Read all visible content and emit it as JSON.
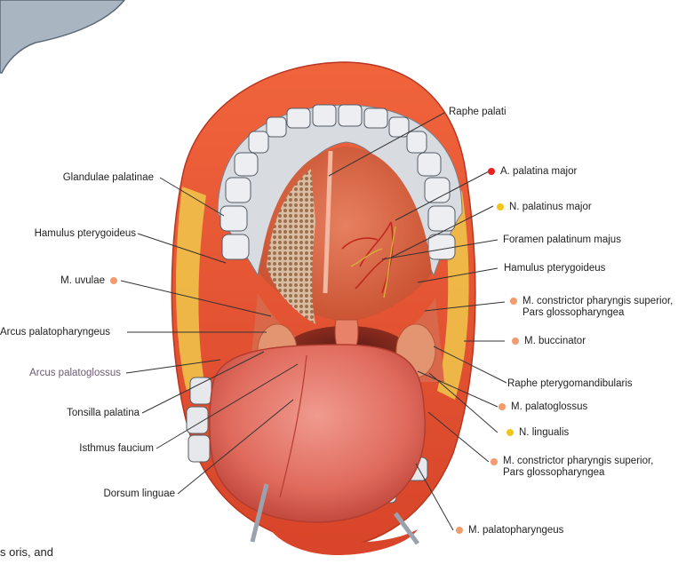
{
  "colors": {
    "red": "#e8231f",
    "yellow": "#f2c518",
    "orange": "#f39b6d"
  },
  "labels": {
    "raphe_palati": "Raphe palati",
    "a_palatina_major": "A. palatina major",
    "n_palatinus_major": "N. palatinus major",
    "foramen_palatinum_majus": "Foramen palatinum majus",
    "hamulus_pterygoideus_right": "Hamulus pterygoideus",
    "m_constrictor_1_line1": "M. constrictor pharyngis superior,",
    "m_constrictor_1_line2": "Pars glossopharyngea",
    "m_buccinator": "M. buccinator",
    "raphe_pterygomandibularis": "Raphe pterygomandibularis",
    "m_palatoglossus": "M. palatoglossus",
    "n_lingualis": "N. lingualis",
    "m_constrictor_2_line1": "M. constrictor pharyngis superior,",
    "m_constrictor_2_line2": "Pars glossopharyngea",
    "m_palatopharyngeus": "M. palatopharyngeus",
    "glandulae_palatinae": "Glandulae palatinae",
    "hamulus_pterygoideus_left": "Hamulus pterygoideus",
    "m_uvulae": "M. uvulae",
    "arcus_palatopharyngeus": "Arcus palatopharyngeus",
    "arcus_palatoglossus": "Arcus palatoglossus",
    "tonsilla_palatina": "Tonsilla palatina",
    "isthmus_faucium": "Isthmus faucium",
    "dorsum_linguae": "Dorsum linguae"
  },
  "caption": "s oris, and"
}
